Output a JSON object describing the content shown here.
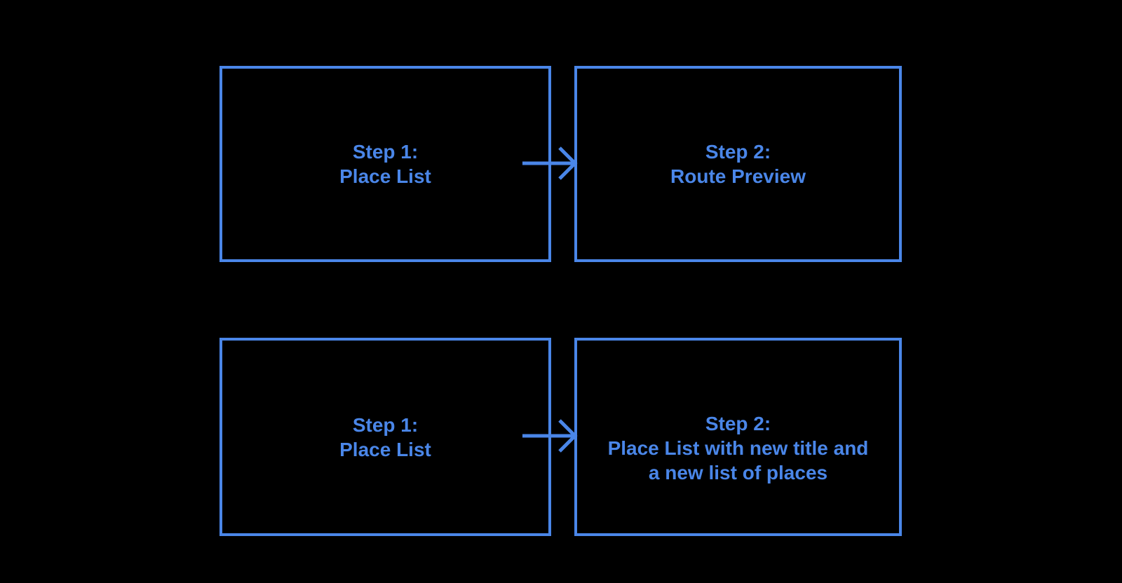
{
  "colors": {
    "accent": "#4a86e8",
    "background": "#000000"
  },
  "diagram": {
    "boxes": [
      {
        "lines": [
          "Step 1:",
          "Place List"
        ]
      },
      {
        "lines": [
          "Step 2:",
          "Route Preview"
        ]
      },
      {
        "lines": [
          "Step 1:",
          "Place List"
        ]
      },
      {
        "lines": [
          "Step 2:",
          "Place List with new title and",
          "a new list of places"
        ]
      }
    ],
    "arrows": [
      {
        "from_box": 0,
        "to_box": 1,
        "direction": "right"
      },
      {
        "from_box": 2,
        "to_box": 3,
        "direction": "right"
      }
    ]
  }
}
